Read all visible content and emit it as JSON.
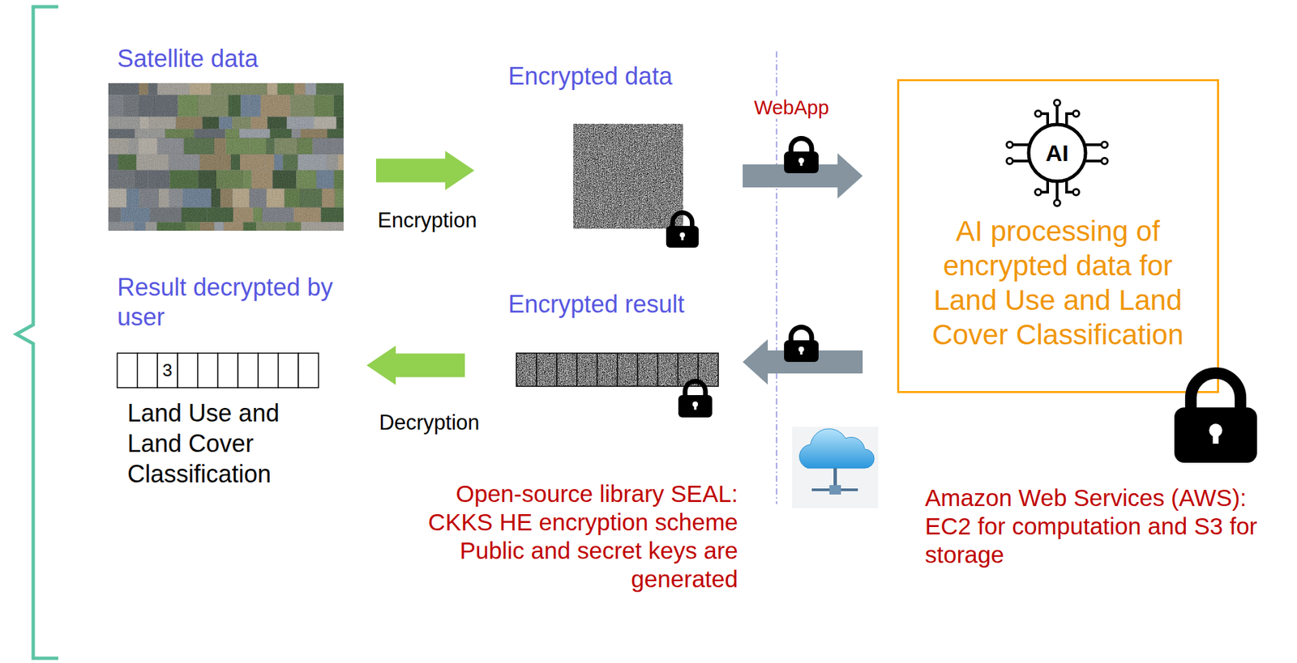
{
  "diagram": {
    "nodes": [
      {
        "text": [
          "Satellite data"
        ]
      },
      {
        "text": [
          "Encrypted data"
        ]
      },
      {
        "text": [
          "AI processing of encrypted data for Land Use and Land Cover Classification"
        ]
      },
      {
        "text": [
          "Encrypted result"
        ]
      },
      {
        "text": [
          "Result decrypted by user",
          "3",
          "Land Use and Land Cover Classification"
        ]
      }
    ],
    "edges": [
      {
        "from": 0,
        "to": 1,
        "label": "Encryption",
        "arrow": "to"
      },
      {
        "from": 1,
        "to": 2,
        "arrow": "to"
      },
      {
        "from": 2,
        "to": 3,
        "arrow": "to"
      },
      {
        "from": 3,
        "to": 4,
        "label": "Decryption",
        "arrow": "to"
      }
    ],
    "labels": [
      "WebApp",
      "AI",
      "Open-source library SEAL: CKKS HE encryption scheme Public and secret keys are generated",
      "Amazon Web Services (AWS): EC2 for computation and S3 for storage"
    ]
  }
}
